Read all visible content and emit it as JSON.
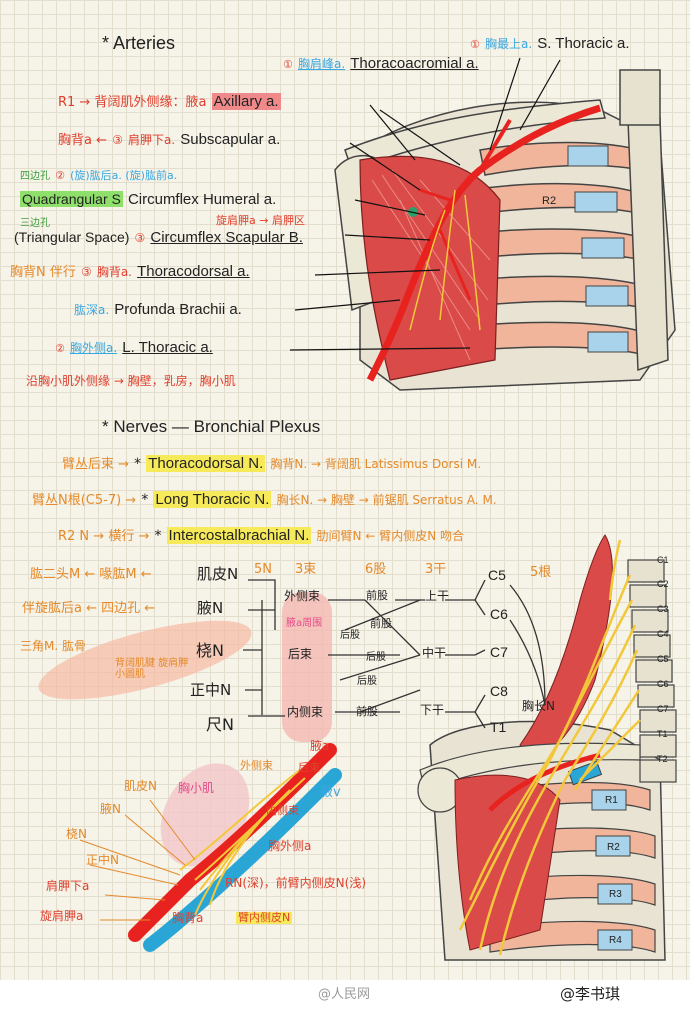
{
  "arteries": {
    "heading": "* Arteries",
    "s_thoracic_num": "①",
    "s_thoracic_cn": "胸最上a.",
    "s_thoracic_en": "S. Thoracic a.",
    "thoracoacromial_num": "①",
    "thoracoacromial_cn": "胸肩峰a.",
    "thoracoacromial_en": "Thoracoacromial a.",
    "r1_line_cn": "R1 → 背阔肌外侧缘：腋a",
    "axillary_en": "Axillary a.",
    "subscap_left_cn": "胸背a ←",
    "subscap_num": "③",
    "subscap_cn": "肩胛下a.",
    "subscap_en": "Subscapular a.",
    "circflex_num": "②",
    "circflex_cn": "(旋)肱后a. (旋)肱前a.",
    "quad_cn": "四边孔",
    "quad_en": "Quadrangular S",
    "circflex_humeral_en": "Circumflex Humeral a.",
    "tri_cn": "三边孔",
    "tri_en": "(Triangular Space)",
    "circflex_scap_num": "③",
    "circflex_scap_en": "Circumflex Scapular B.",
    "circflex_scap_cn": "旋肩胛a → 肩胛区",
    "thoracodorsal_left_cn": "胸背N 伴行",
    "thoracodorsal_num": "③",
    "thoracodorsal_cn": "胸背a.",
    "thoracodorsal_en": "Thoracodorsal a.",
    "profunda_cn": "肱深a.",
    "profunda_en": "Profunda Brachii a.",
    "lthoracic_num": "②",
    "lthoracic_cn": "胸外侧a.",
    "lthoracic_en": "L. Thoracic a.",
    "lthoracic_note": "沿胸小肌外侧缘 → 胸壁，乳房，胸小肌",
    "label_r2": "R2"
  },
  "nerves": {
    "heading": "* Nerves — Bronchial Plexus",
    "row1_left": "臂丛后束 →",
    "row1_en": "Thoracodorsal N.",
    "row1_right": "胸背N. → 背阔肌 Latissimus Dorsi M.",
    "row2_left": "臂丛N根(C5-7) →",
    "row2_en": "Long Thoracic N.",
    "row2_right": "胸长N. → 胸壁 → 前锯肌 Serratus A. M.",
    "row3_left": "R2 N → 横行 →",
    "row3_en": "Intercostalbrachial N.",
    "row3_right": "肋间臂N ← 臂内侧皮N 吻合"
  },
  "plexus": {
    "musculo_left": "肱二头M ← 喙肱M ←",
    "musculo": "肌皮N",
    "axillary_left": "伴旋肱后a ← 四边孔 ←",
    "axillary": "腋N",
    "deltoid_note": "三角M. 肱骨",
    "radial": "桡N",
    "lat_note": "背阔肌腱 旋肩胛小圆肌",
    "median": "正中N",
    "ulnar": "尺N",
    "col_5n": "5N",
    "col_3cord": "3束",
    "col_6div": "6股",
    "col_3trunk": "3干",
    "col_5root": "5根",
    "lateral_cord": "外侧束",
    "axillary_a": "腋a周围",
    "posterior_cord": "后束",
    "medial_cord": "内侧束",
    "ant_div1": "前股",
    "ant_div2": "前股",
    "post_div1": "后股",
    "post_div2": "后股",
    "post_div3": "后股",
    "ant_div3": "前股",
    "upper_trunk": "上干",
    "middle_trunk": "中干",
    "lower_trunk": "下干",
    "c5": "C5",
    "c6": "C6",
    "c7": "C7",
    "c8": "C8",
    "t1": "T1",
    "long_thoracic": "胸长N"
  },
  "lower": {
    "axillary_a": "腋a",
    "lateral_cord": "外侧束",
    "posterior_cord": "后束",
    "pec_minor": "胸小肌",
    "musculo": "肌皮N",
    "axillary_v": "腋v",
    "axillary_n": "腋N",
    "medial_cord": "内侧束",
    "radial": "桡N",
    "lat_thoracic": "胸外侧a",
    "median": "正中N",
    "subscap": "肩胛下a",
    "rn_note": "RN(深)，前臂内侧皮N(浅)",
    "circ_scap": "旋肩胛a",
    "thoracodorsal": "胸背a",
    "medial_brachial": "臂内侧皮N",
    "c_labels": [
      "C1",
      "C2",
      "C3",
      "C4",
      "C5",
      "C6",
      "C7",
      "T1",
      "T2"
    ],
    "r_labels": [
      "R1",
      "R2",
      "R3",
      "R4"
    ]
  },
  "footer": {
    "weibo": "@人民网",
    "author": "@李书琪"
  }
}
